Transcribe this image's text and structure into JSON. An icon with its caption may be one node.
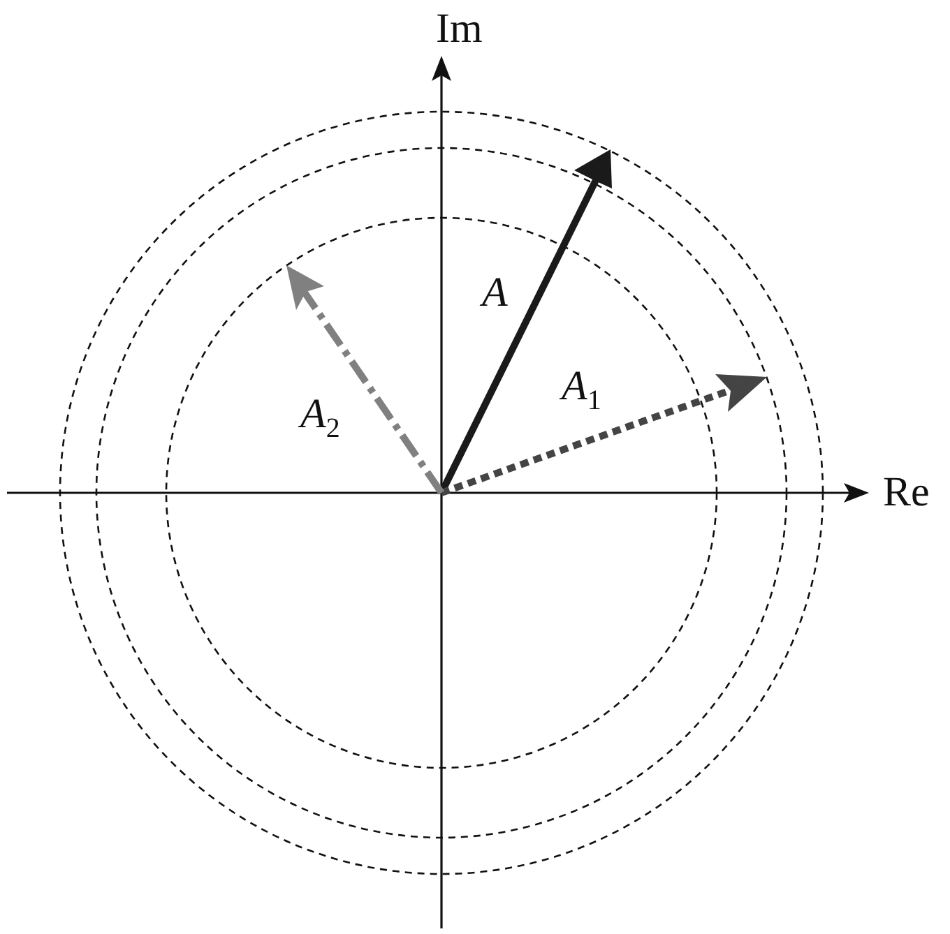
{
  "diagram": {
    "labels": [
      "Im",
      "A",
      "A$_{1}$",
      "A$_{2}$",
      "Re"
    ]
  }
}
